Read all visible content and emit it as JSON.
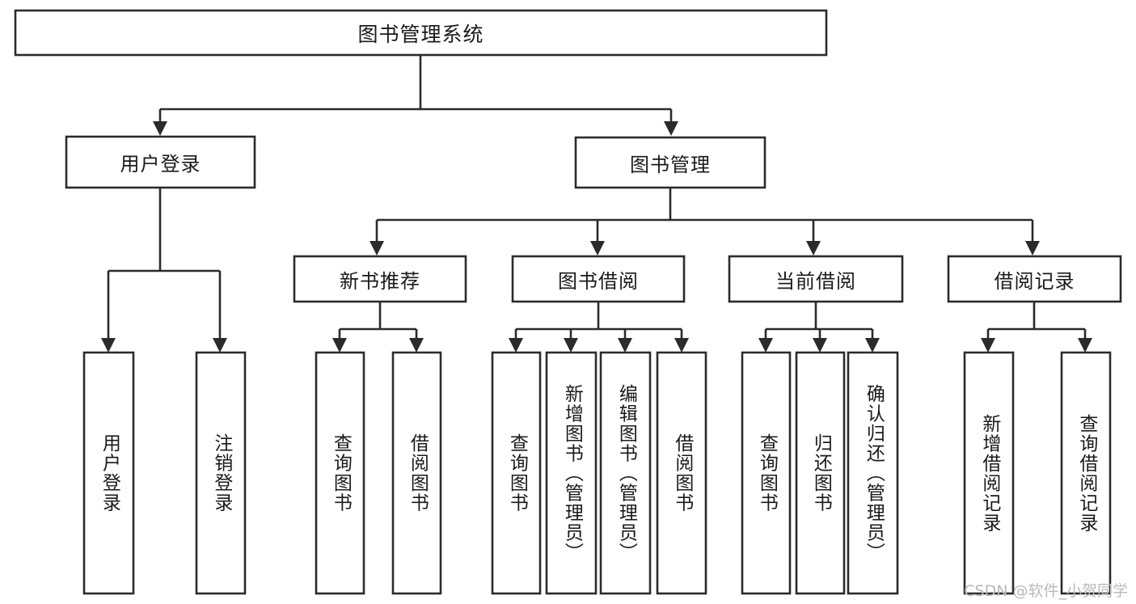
{
  "diagram": {
    "type": "tree-hierarchy",
    "title": "图书管理系统",
    "watermark": "CSDN @软件_小贺同学",
    "colors": {
      "stroke": "#2b2b2b",
      "box_fill": "#ffffff",
      "text": "#1a1a1a",
      "background": "#ffffff",
      "watermark": "#b9b9b9"
    },
    "root": {
      "label": "图书管理系统"
    },
    "level2": [
      {
        "label": "用户登录"
      },
      {
        "label": "图书管理"
      }
    ],
    "level3": [
      {
        "label": "新书推荐"
      },
      {
        "label": "图书借阅"
      },
      {
        "label": "当前借阅"
      },
      {
        "label": "借阅记录"
      }
    ],
    "leaves": {
      "user_login": [
        {
          "label": "用户登录"
        },
        {
          "label": "注销登录"
        }
      ],
      "new_book_recommend": [
        {
          "label": "查询图书"
        },
        {
          "label": "借阅图书"
        }
      ],
      "book_borrow": [
        {
          "label": "查询图书"
        },
        {
          "label": "新增图书（管理员）"
        },
        {
          "label": "编辑图书（管理员）"
        },
        {
          "label": "借阅图书"
        }
      ],
      "current_borrow": [
        {
          "label": "查询图书"
        },
        {
          "label": "归还图书"
        },
        {
          "label": "确认归还（管理员）"
        }
      ],
      "borrow_record": [
        {
          "label": "新增借阅记录"
        },
        {
          "label": "查询借阅记录"
        }
      ]
    }
  }
}
